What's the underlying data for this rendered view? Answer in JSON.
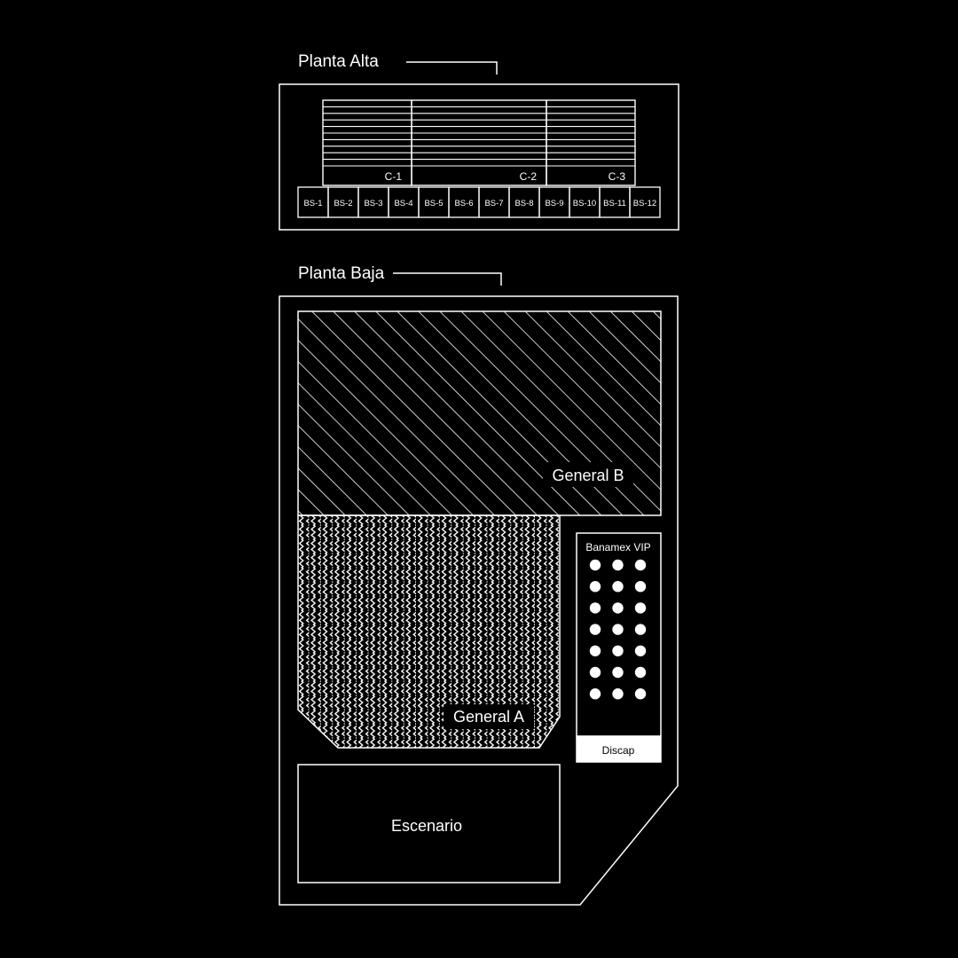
{
  "colors": {
    "background": "#000000",
    "foreground": "#ffffff"
  },
  "upper_floor": {
    "title": "Planta Alta",
    "sections": [
      {
        "label": "C-1"
      },
      {
        "label": "C-2"
      },
      {
        "label": "C-3"
      }
    ],
    "boxes": [
      "BS-1",
      "BS-2",
      "BS-3",
      "BS-4",
      "BS-5",
      "BS-6",
      "BS-7",
      "BS-8",
      "BS-9",
      "BS-10",
      "BS-11",
      "BS-12"
    ]
  },
  "lower_floor": {
    "title": "Planta Baja",
    "general_b": {
      "label": "General B"
    },
    "general_a": {
      "label": "General A"
    },
    "vip": {
      "label": "Banamex VIP",
      "rows": 7,
      "cols": 3
    },
    "accessible": {
      "label": "Discap"
    },
    "stage": {
      "label": "Escenario"
    }
  }
}
